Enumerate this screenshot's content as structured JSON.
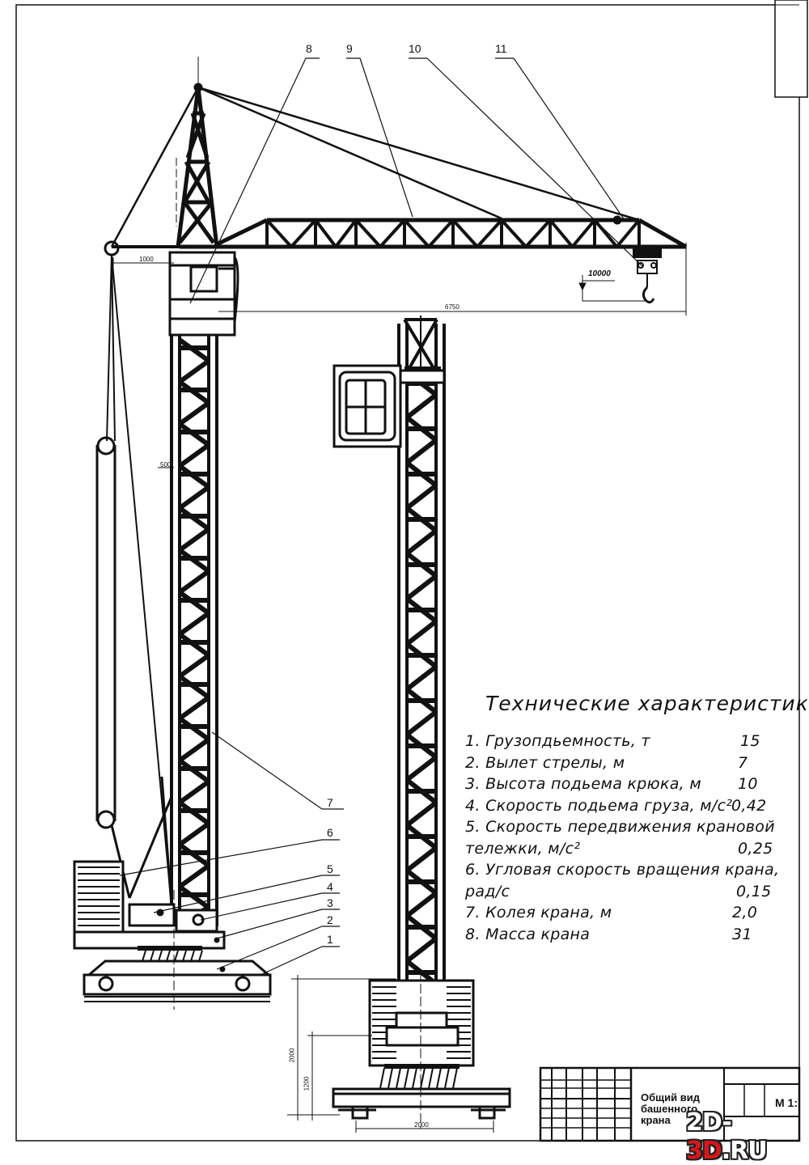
{
  "callouts": [
    "1",
    "2",
    "3",
    "4",
    "5",
    "6",
    "7",
    "8",
    "9",
    "10",
    "11"
  ],
  "dimensions": {
    "hook_height": "10000",
    "jib_offset": "1000",
    "jib_reach": "6750",
    "mast_module": "500",
    "total_height": "2000",
    "base_height": "1200",
    "track_gauge": "2000"
  },
  "specs": {
    "title": "Технические характеристики",
    "items": [
      {
        "label": "1.  Грузопдьемность, т",
        "value": "15"
      },
      {
        "label": "2.  Вылет стрелы, м",
        "value": "7"
      },
      {
        "label": "3.  Высота подьема крюка, м",
        "value": "10"
      },
      {
        "label": "4.  Скорость подьема груза, м/с²",
        "value": "0,42"
      },
      {
        "label": "5.  Скорость передвижения крановой",
        "value": ""
      },
      {
        "label": "тележки, м/с²",
        "value": "0,25"
      },
      {
        "label": "6.  Угловая скорость вращения крана,",
        "value": ""
      },
      {
        "label": "рад/с",
        "value": "0,15"
      },
      {
        "label": "7.  Колея крана, м",
        "value": "2,0"
      },
      {
        "label": "8.  Масса крана",
        "value": "31"
      }
    ]
  },
  "title_block": {
    "name_line1": "Общий вид",
    "name_line2": "башенного",
    "name_line3": "крана",
    "scale": "М 1:"
  },
  "watermark": {
    "part1": "2D-",
    "part2": "3D",
    "part3": ".RU"
  }
}
